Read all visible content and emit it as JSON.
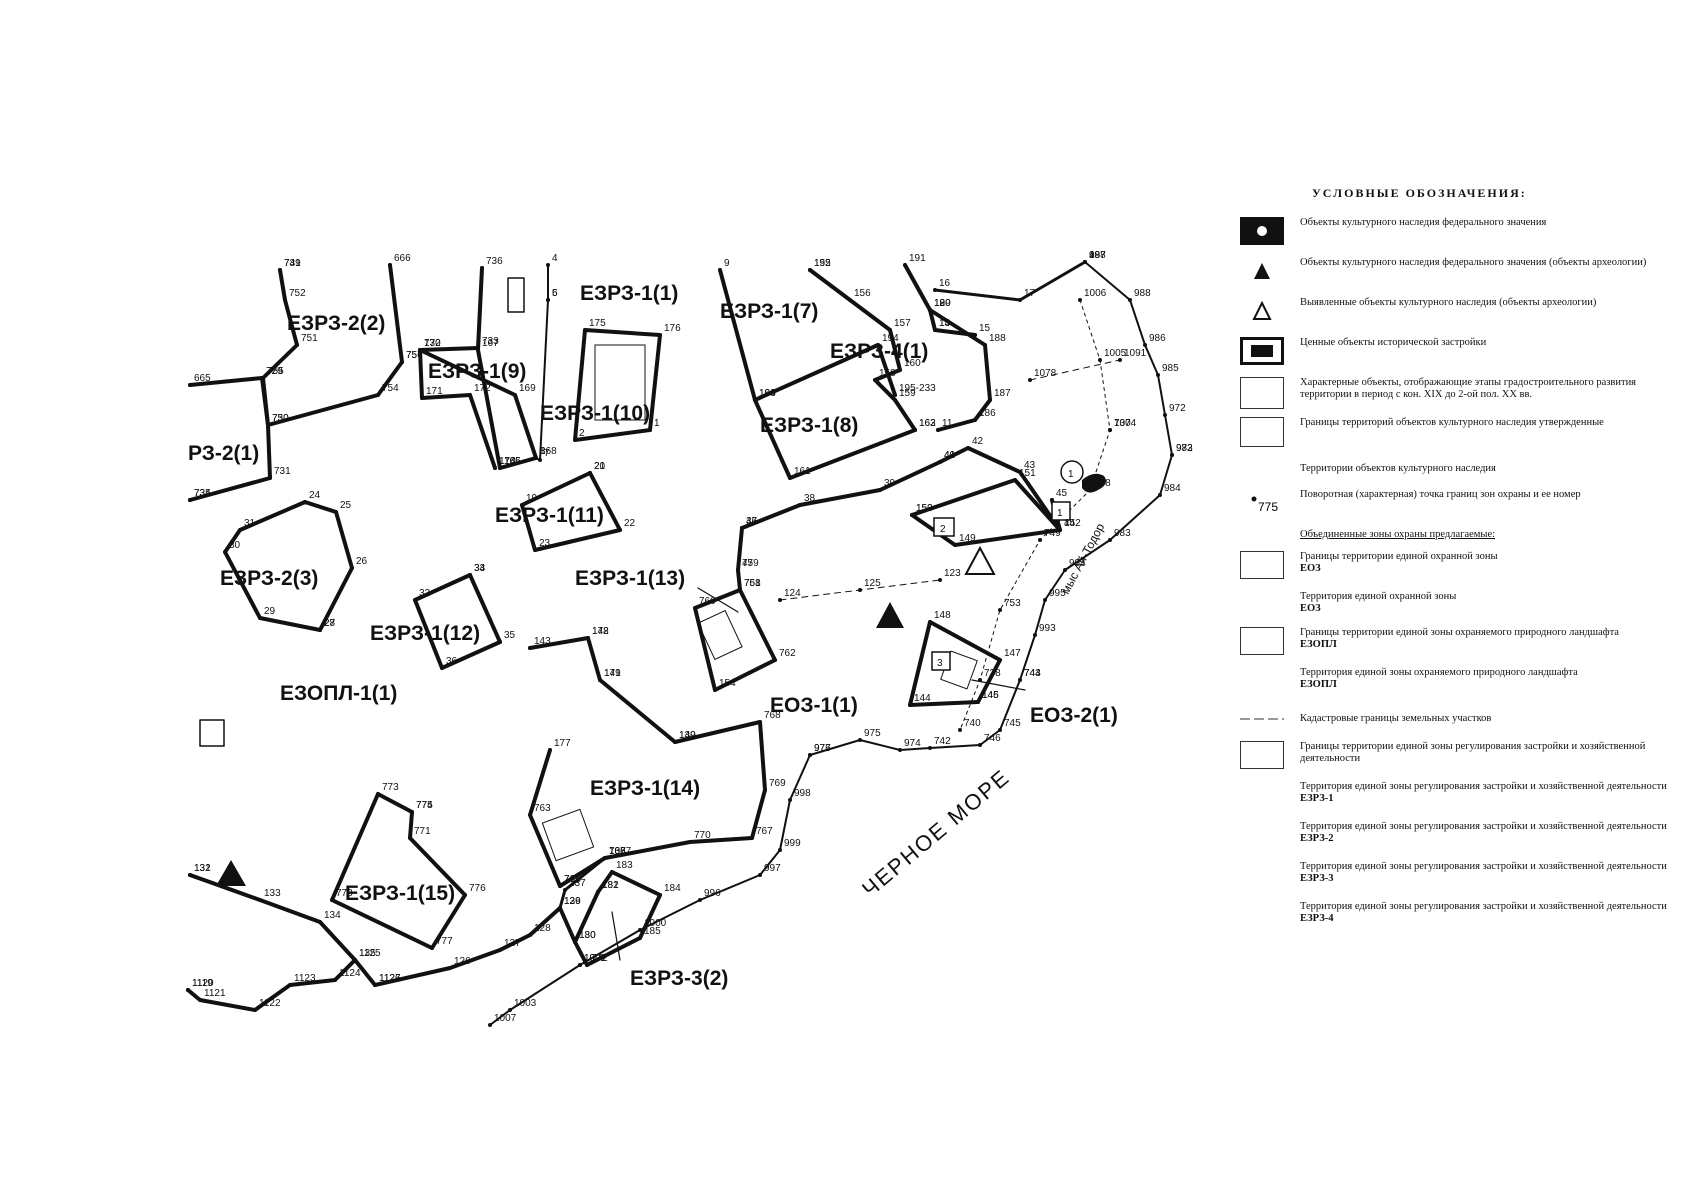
{
  "map": {
    "sea_label": "ЧЕРНОЕ МОРЕ",
    "cape_label": "мыс Ай-Тодор",
    "zones": [
      "ЕЗРЗ-1(1)",
      "ЕЗРЗ-1(7)",
      "ЕЗРЗ-4(1)",
      "ЕЗРЗ-2(2)",
      "ЕЗРЗ-1(9)",
      "ЕЗРЗ-1(10)",
      "ЕЗРЗ-1(8)",
      "РЗ-2(1)",
      "ЕЗРЗ-1(11)",
      "ЕЗРЗ-2(3)",
      "ЕЗРЗ-1(13)",
      "ЕЗРЗ-1(12)",
      "ЕЗОПЛ-1(1)",
      "ЕОЗ-1(1)",
      "ЕОЗ-2(1)",
      "ЕЗРЗ-1(14)",
      "ЕЗРЗ-1(15)",
      "ЕЗРЗ-3(2)"
    ],
    "monument_numbers": [
      "1",
      "1",
      "2",
      "3"
    ],
    "point_labels": [
      "498",
      "987",
      "988",
      "986",
      "985",
      "972",
      "973",
      "982",
      "984",
      "983",
      "994",
      "995",
      "993",
      "744",
      "743",
      "745",
      "746",
      "742",
      "974",
      "975",
      "977",
      "976",
      "998",
      "999",
      "997",
      "996",
      "1000",
      "1001",
      "1002",
      "1003",
      "1007",
      "1006",
      "1005",
      "1004",
      "737",
      "748",
      "749",
      "753",
      "738",
      "740",
      "741",
      "739",
      "752",
      "751",
      "755",
      "750",
      "754",
      "757",
      "756",
      "666",
      "665",
      "729",
      "730",
      "731",
      "734",
      "735",
      "732",
      "733",
      "736",
      "167",
      "166",
      "165",
      "168",
      "169",
      "170",
      "171",
      "172",
      "173",
      "174",
      "175",
      "176",
      "1",
      "2",
      "4",
      "5",
      "6",
      "7",
      "8",
      "9",
      "164",
      "161",
      "162",
      "163",
      "159",
      "158",
      "160",
      "157",
      "156",
      "155",
      "192",
      "193",
      "194",
      "195-233",
      "191",
      "190",
      "189",
      "188",
      "187",
      "186",
      "11",
      "12",
      "13",
      "14",
      "15",
      "16",
      "17",
      "18",
      "19",
      "20",
      "21",
      "22",
      "23",
      "24",
      "25",
      "26",
      "27",
      "28",
      "29",
      "30",
      "31",
      "32",
      "33",
      "34",
      "35",
      "36",
      "37",
      "38",
      "39",
      "40",
      "41",
      "42",
      "43",
      "44",
      "45",
      "46",
      "47",
      "759",
      "758",
      "760",
      "761",
      "762",
      "154",
      "153",
      "150",
      "151",
      "152",
      "149",
      "148",
      "147",
      "146",
      "145",
      "144",
      "143",
      "142",
      "141",
      "140",
      "139",
      "768",
      "769",
      "767",
      "770",
      "766",
      "765",
      "764",
      "763",
      "177",
      "178",
      "179",
      "180",
      "181",
      "182",
      "183",
      "184",
      "185",
      "772",
      "773",
      "774",
      "775",
      "771",
      "776",
      "777",
      "778",
      "1120",
      "1119",
      "1121",
      "1122",
      "1123",
      "1124",
      "1125",
      "1126",
      "1127",
      "126",
      "127",
      "128",
      "129",
      "130",
      "131",
      "132",
      "133",
      "134",
      "135",
      "136",
      "137",
      "138",
      "1077",
      "1078",
      "1091",
      "124",
      "125",
      "123"
    ]
  },
  "legend": {
    "title": "УСЛОВНЫЕ ОБОЗНАЧЕНИЯ:",
    "items": [
      {
        "text": "Объекты культурного наследия федерального значения",
        "bold": ""
      },
      {
        "text": "Объекты культурного наследия федерального значения (объекты археологии)",
        "bold": ""
      },
      {
        "text": "Выявленные объекты культурного наследия (объекты археологии)",
        "bold": ""
      },
      {
        "text": "Ценные объекты исторической застройки",
        "bold": ""
      },
      {
        "text": "Характерные объекты, отображающие этапы градостроительного развития территории в период с кон. XIX до 2-ой пол. XX вв.",
        "bold": ""
      },
      {
        "text": "Границы территорий объектов культурного наследия утвержденные",
        "bold": ""
      },
      {
        "text": "Территории объектов культурного наследия",
        "bold": ""
      },
      {
        "text": "Поворотная (характерная) точка границ зон охраны и ее номер",
        "bold": ""
      },
      {
        "text": "Объединенные зоны охраны предлагаемые:",
        "bold": ""
      },
      {
        "text": "Границы территории единой охранной зоны",
        "bold": "ЕОЗ"
      },
      {
        "text": "Территория единой охранной зоны",
        "bold": "ЕОЗ"
      },
      {
        "text": "Границы территории единой зоны охраняемого природного ландшафта",
        "bold": "ЕЗОПЛ"
      },
      {
        "text": "Территория единой зоны охраняемого природного ландшафта",
        "bold": "ЕЗОПЛ"
      },
      {
        "text": "Кадастровые границы земельных участков",
        "bold": ""
      },
      {
        "text": "Границы территории единой зоны регулирования застройки и хозяйственной деятельности",
        "bold": ""
      },
      {
        "text": "Территория единой зоны регулирования застройки и хозяйственной деятельности",
        "bold": "ЕЗРЗ-1"
      },
      {
        "text": "Территория единой зоны регулирования застройки и хозяйственной деятельности",
        "bold": "ЕЗРЗ-2"
      },
      {
        "text": "Территория единой зоны регулирования застройки и хозяйственной деятельности",
        "bold": "ЕЗРЗ-3"
      },
      {
        "text": "Территория единой зоны регулирования застройки и хозяйственной деятельности",
        "bold": "ЕЗРЗ-4"
      }
    ],
    "point_example": "775"
  }
}
